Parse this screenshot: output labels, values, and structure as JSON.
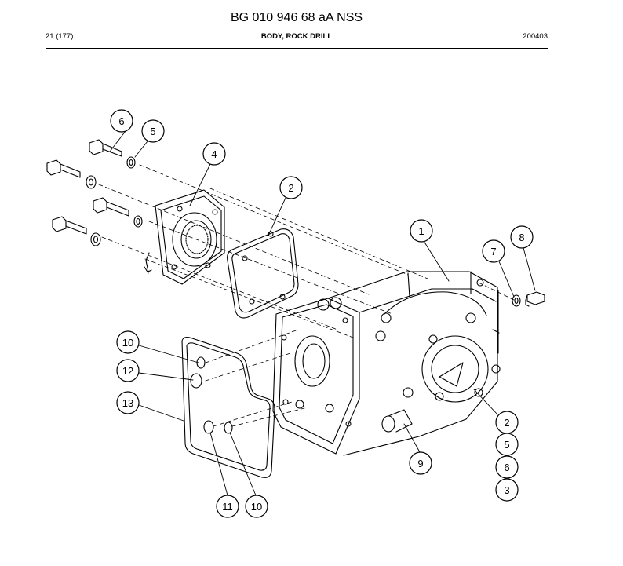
{
  "header": {
    "document_id": "BG 010 946 68 aA NSS",
    "page_ref": "21 (177)",
    "section_title": "BODY, ROCK DRILL",
    "date_code": "200403"
  },
  "callouts": [
    {
      "label": "6"
    },
    {
      "label": "5"
    },
    {
      "label": "4"
    },
    {
      "label": "2"
    },
    {
      "label": "1"
    },
    {
      "label": "7"
    },
    {
      "label": "8"
    },
    {
      "label": "10"
    },
    {
      "label": "12"
    },
    {
      "label": "13"
    },
    {
      "label": "2"
    },
    {
      "label": "5"
    },
    {
      "label": "6"
    },
    {
      "label": "3"
    },
    {
      "label": "9"
    },
    {
      "label": "11"
    },
    {
      "label": "10"
    }
  ]
}
